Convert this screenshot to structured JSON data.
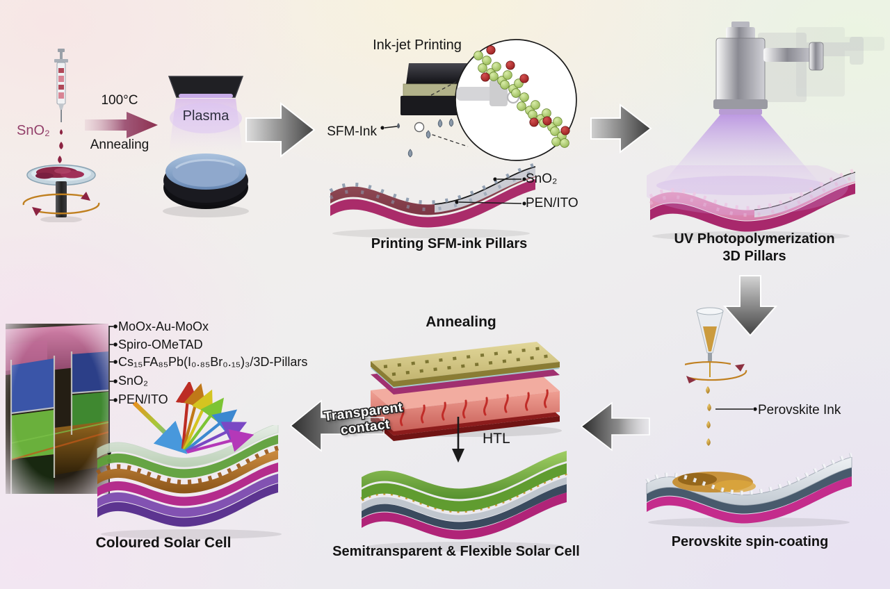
{
  "colors": {
    "arrow_gray": "#4a4a4a",
    "maroon_ink": "#8c2342",
    "gold_ink": "#c8922a",
    "plasma_purple": "#c9a4ea",
    "substrate_magenta": "#b02c8c",
    "caption_text": "#141414",
    "sno2_label_color": "#93406a"
  },
  "step1": {
    "material": "SnO₂",
    "temp": "100°C",
    "process": "Annealing",
    "device": "Plasma"
  },
  "step2": {
    "title": "Ink-jet Printing",
    "ink": "SFM-Ink",
    "top_layer": "SnO₂",
    "bottom_layer": "PEN/ITO",
    "caption": "Printing SFM-ink Pillars"
  },
  "step3": {
    "caption_line1": "UV Photopolymerization",
    "caption_line2": "3D Pillars"
  },
  "step4": {
    "ink": "Perovskite Ink",
    "caption": "Perovskite spin-coating"
  },
  "step5": {
    "title": "Annealing",
    "layer_label": "HTL",
    "caption": "Semitransparent & Flexible Solar Cell"
  },
  "step6": {
    "arrow_line1": "Transparent",
    "arrow_line2": "contact",
    "layers": [
      "MoOx-Au-MoOx",
      "Spiro-OMeTAD",
      "Cs₁₅FA₈₅Pb(I₀.₈₅Br₀.₁₅)₃/3D-Pillars",
      "SnO₂",
      "PEN/ITO"
    ],
    "caption": "Coloured Solar Cell"
  }
}
